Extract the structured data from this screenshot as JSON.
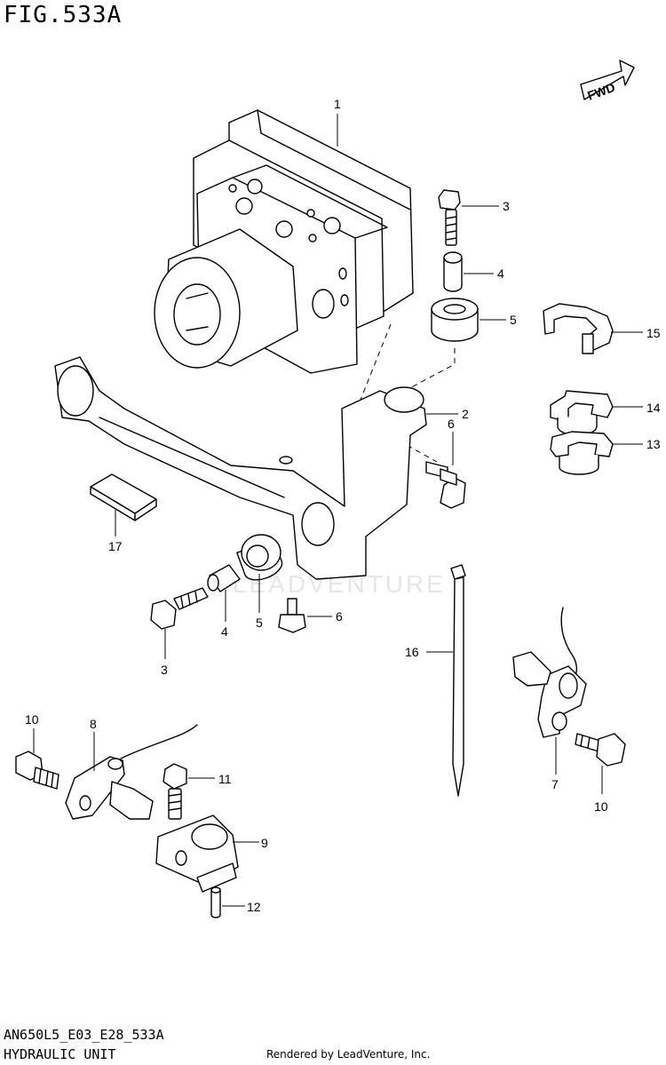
{
  "figure_title": "FIG.533A",
  "model_code": "AN650L5_E03_E28_533A",
  "section_name": "HYDRAULIC UNIT",
  "credit": "Rendered by LeadVenture, Inc.",
  "watermark": "LEADVENTURE",
  "fwd_label": "FWD",
  "callouts": {
    "c1": "1",
    "c2": "2",
    "c3a": "3",
    "c3b": "3",
    "c4a": "4",
    "c4b": "4",
    "c5a": "5",
    "c5b": "5",
    "c6a": "6",
    "c6b": "6",
    "c7": "7",
    "c8": "8",
    "c9": "9",
    "c10a": "10",
    "c10b": "10",
    "c11": "11",
    "c12": "12",
    "c13": "13",
    "c14": "14",
    "c15": "15",
    "c16": "16",
    "c17": "17"
  }
}
